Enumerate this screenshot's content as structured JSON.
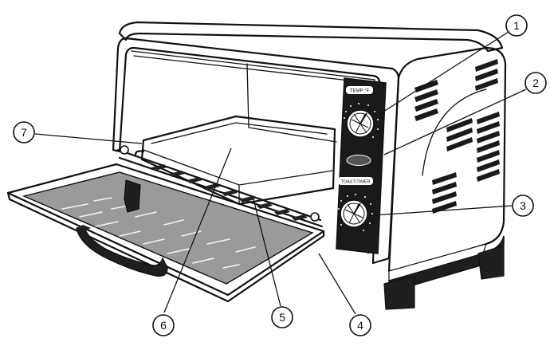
{
  "control_panel": {
    "temp_label": "TEMP °F",
    "timer_label": "TOAST/TIMER"
  },
  "callouts": [
    {
      "id": "1",
      "label": "1"
    },
    {
      "id": "2",
      "label": "2"
    },
    {
      "id": "3",
      "label": "3"
    },
    {
      "id": "4",
      "label": "4"
    },
    {
      "id": "5",
      "label": "5"
    },
    {
      "id": "6",
      "label": "6"
    },
    {
      "id": "7",
      "label": "7"
    }
  ],
  "colors": {
    "line": "#111111",
    "panel": "#1a1a1a",
    "glass": "#9a9a9a",
    "base": "#1f1f1f"
  }
}
